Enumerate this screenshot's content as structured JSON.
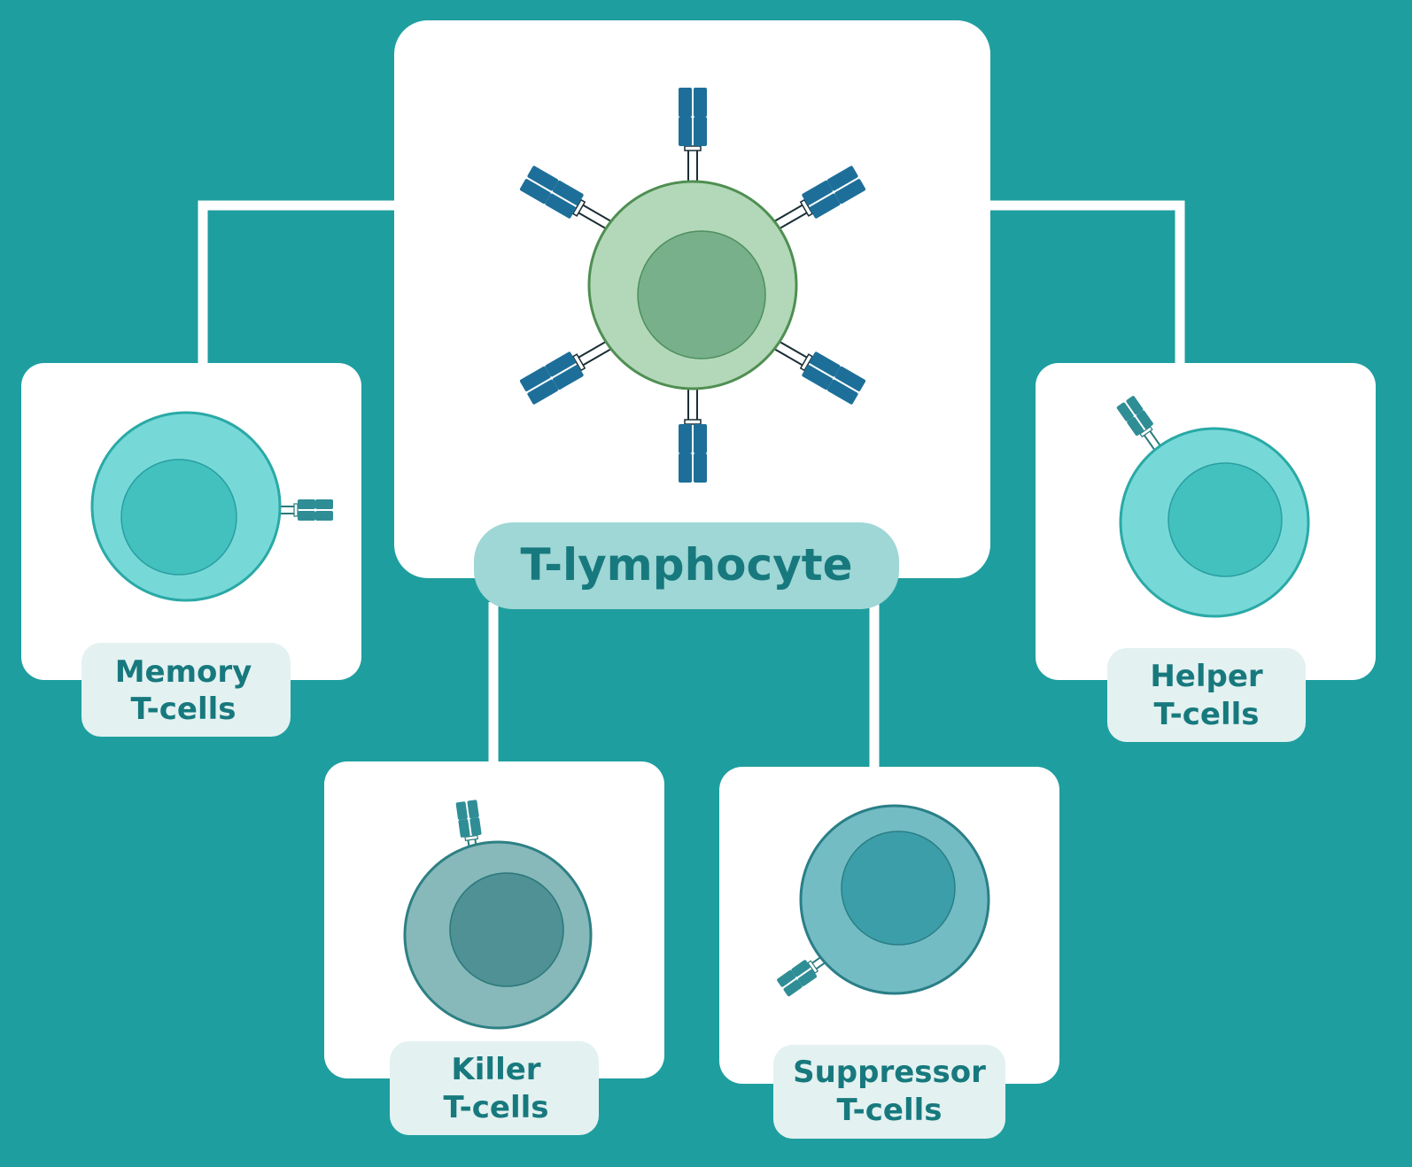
{
  "diagram": {
    "root": {
      "label": "T-lymphocyte"
    },
    "children": [
      {
        "id": "memory",
        "line1": "Memory",
        "line2": "T-cells"
      },
      {
        "id": "killer",
        "line1": "Killer",
        "line2": "T-cells"
      },
      {
        "id": "suppressor",
        "line1": "Suppressor",
        "line2": "T-cells"
      },
      {
        "id": "helper",
        "line1": "Helper",
        "line2": "T-cells"
      }
    ]
  },
  "colors": {
    "background": "#1f9e9f",
    "card": "#ffffff",
    "connector": "#ffffff",
    "label_pill": "#e3f1f1",
    "root_pill": "#9fd6d6",
    "label_text": "#17797d",
    "receptor": "#1d6f9a"
  },
  "icons": [
    "t-lymphocyte-cell-icon",
    "memory-t-cell-icon",
    "killer-t-cell-icon",
    "suppressor-t-cell-icon",
    "helper-t-cell-icon",
    "receptor-icon"
  ]
}
